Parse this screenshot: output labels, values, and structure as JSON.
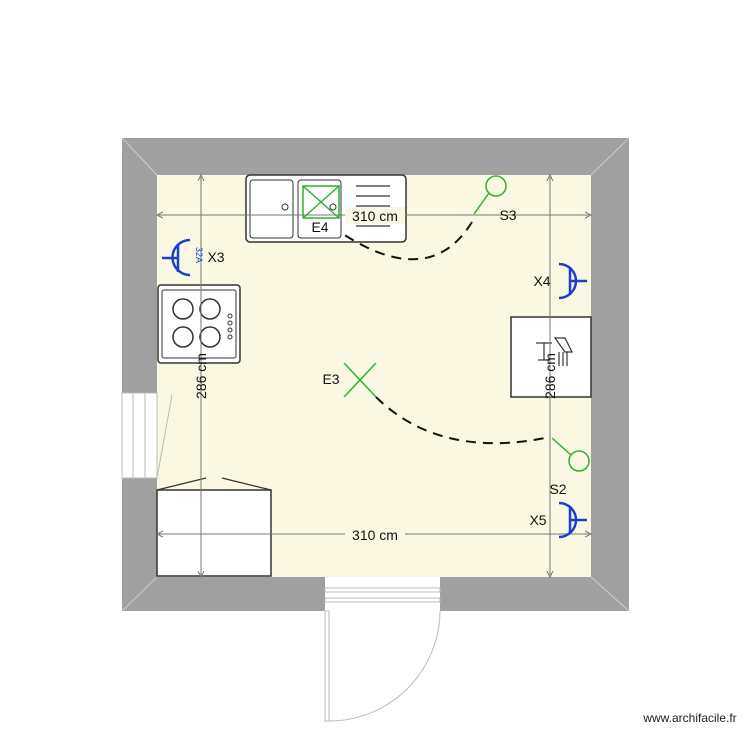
{
  "dimensions": {
    "top_width": "310 cm",
    "bottom_width": "310 cm",
    "left_height": "286 cm",
    "right_height": "286 cm"
  },
  "labels": {
    "e4": "E4",
    "e3": "E3",
    "s3": "S3",
    "s2": "S2",
    "x3": "X3",
    "x4": "X4",
    "x5": "X5",
    "amp": "32A"
  },
  "watermark": "www.archifacile.fr",
  "colors": {
    "wall": "#a0a0a0",
    "floor": "#faf8e3",
    "electric_blue": "#1a3fd1",
    "light_green": "#2db32d"
  }
}
